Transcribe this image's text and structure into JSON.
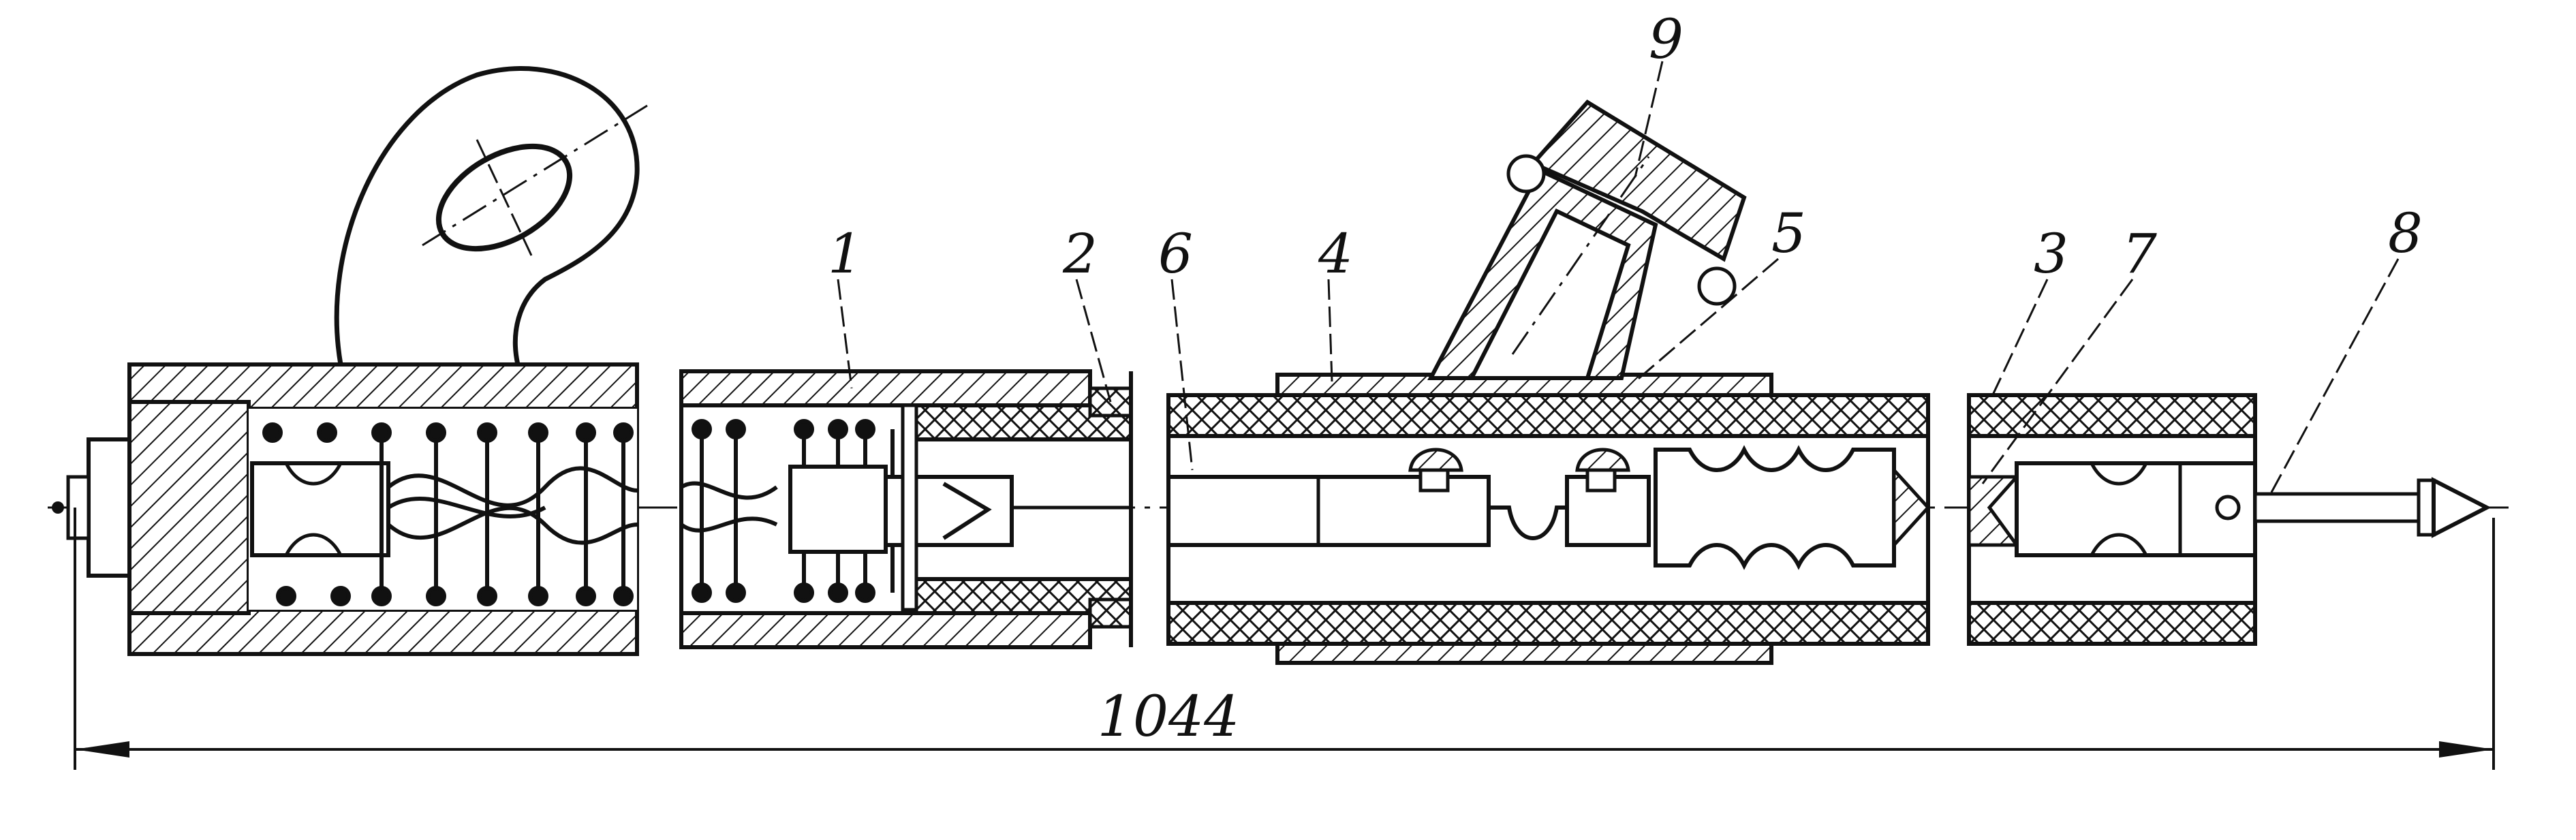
{
  "diagram": {
    "callouts": [
      {
        "id": "c1",
        "text": "1"
      },
      {
        "id": "c2",
        "text": "2"
      },
      {
        "id": "c3",
        "text": "3"
      },
      {
        "id": "c4",
        "text": "4"
      },
      {
        "id": "c5",
        "text": "5"
      },
      {
        "id": "c6",
        "text": "6"
      },
      {
        "id": "c7",
        "text": "7"
      },
      {
        "id": "c8",
        "text": "8"
      },
      {
        "id": "c9",
        "text": "9"
      }
    ],
    "overall_dimension": "1044"
  },
  "colors": {
    "ink": "#111111",
    "paper": "#ffffff"
  }
}
